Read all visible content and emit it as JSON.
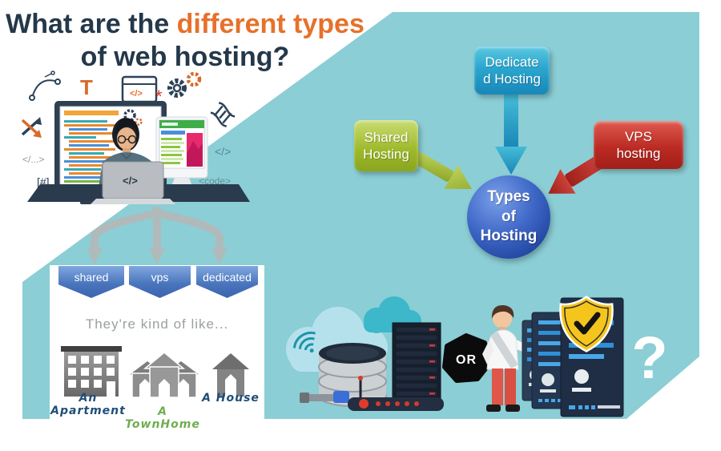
{
  "title": {
    "line1_prefix": "What are the ",
    "line1_highlight": "different types",
    "line2": "of web hosting?"
  },
  "colors": {
    "background_teal": "#8bced5",
    "title_navy": "#24384a",
    "title_orange": "#e7712b",
    "shared_green": "#9db829",
    "dedicated_blue": "#2ba6cf",
    "vps_red": "#bb2b24",
    "center_circle_blue": "#2a53ad",
    "ribbon_blue": "#3e6ab2",
    "shield_gold": "#f5c51d"
  },
  "hosting_diagram": {
    "center_label": "Types\nof\nHosting",
    "shared_label": "Shared\nHosting",
    "dedicated_label": "Dedicate\nd Hosting",
    "vps_label": "VPS\nhosting"
  },
  "dev_illustration": {
    "typography_icon_label": "T",
    "browser_code_label": "</>",
    "laptop_label": "</>",
    "code_snippets": {
      "left_upper": "</...>",
      "left_lower": "[#]",
      "right_upper": "</>",
      "right_lower": "<code>"
    }
  },
  "comparison": {
    "ribbons": [
      "shared",
      "vps",
      "dedicated"
    ],
    "intro": "They're kind of like...",
    "labels": {
      "apartment": "An Apartment",
      "townhome": "A TownHome",
      "house": "A House"
    }
  },
  "choice_illustration": {
    "or_label": "OR",
    "question_mark": "?"
  }
}
